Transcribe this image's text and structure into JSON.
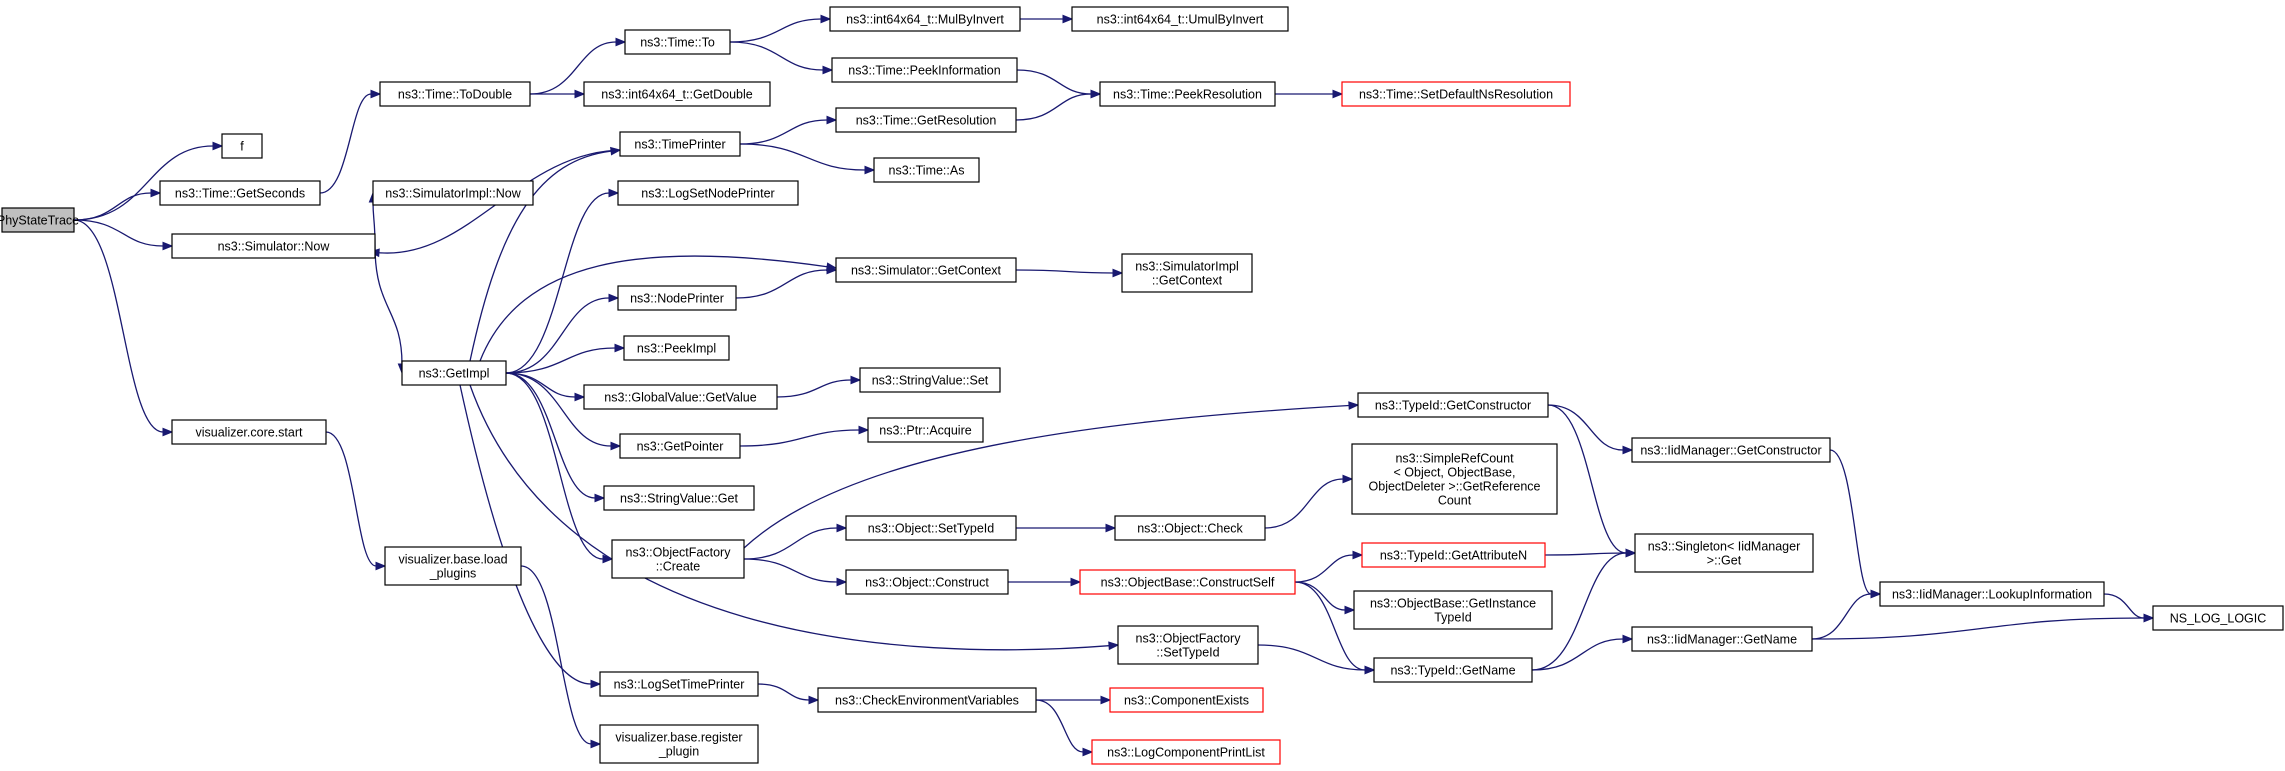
{
  "title": "",
  "nodes": [
    {
      "id": "phystate",
      "label": [
        "PhyStateTrace"
      ],
      "root": true
    },
    {
      "id": "f",
      "label": [
        "f"
      ]
    },
    {
      "id": "getseconds",
      "label": [
        "ns3::Time::GetSeconds"
      ]
    },
    {
      "id": "simnow",
      "label": [
        "ns3::Simulator::Now"
      ]
    },
    {
      "id": "vizstart",
      "label": [
        "visualizer.core.start"
      ]
    },
    {
      "id": "todouble",
      "label": [
        "ns3::Time::ToDouble"
      ]
    },
    {
      "id": "implnow",
      "label": [
        "ns3::SimulatorImpl::Now"
      ]
    },
    {
      "id": "getimpl",
      "label": [
        "ns3::GetImpl"
      ]
    },
    {
      "id": "loadplugins",
      "label": [
        "visualizer.base.load",
        "_plugins"
      ]
    },
    {
      "id": "regplugin",
      "label": [
        "visualizer.base.register",
        "_plugin"
      ]
    },
    {
      "id": "timeto",
      "label": [
        "ns3::Time::To"
      ]
    },
    {
      "id": "getdouble",
      "label": [
        "ns3::int64x64_t::GetDouble"
      ]
    },
    {
      "id": "timeprinter",
      "label": [
        "ns3::TimePrinter"
      ]
    },
    {
      "id": "logsetnode",
      "label": [
        "ns3::LogSetNodePrinter"
      ]
    },
    {
      "id": "nodeprinter",
      "label": [
        "ns3::NodePrinter"
      ]
    },
    {
      "id": "peekimpl",
      "label": [
        "ns3::PeekImpl"
      ]
    },
    {
      "id": "gvgetvalue",
      "label": [
        "ns3::GlobalValue::GetValue"
      ]
    },
    {
      "id": "getpointer",
      "label": [
        "ns3::GetPointer"
      ]
    },
    {
      "id": "svget",
      "label": [
        "ns3::StringValue::Get"
      ]
    },
    {
      "id": "ofcreate",
      "label": [
        "ns3::ObjectFactory",
        "::Create"
      ]
    },
    {
      "id": "logsettime",
      "label": [
        "ns3::LogSetTimePrinter"
      ]
    },
    {
      "id": "mulbyinvert",
      "label": [
        "ns3::int64x64_t::MulByInvert"
      ]
    },
    {
      "id": "peekinfo",
      "label": [
        "ns3::Time::PeekInformation"
      ]
    },
    {
      "id": "getresolution",
      "label": [
        "ns3::Time::GetResolution"
      ]
    },
    {
      "id": "timeas",
      "label": [
        "ns3::Time::As"
      ]
    },
    {
      "id": "getcontext",
      "label": [
        "ns3::Simulator::GetContext"
      ]
    },
    {
      "id": "svset",
      "label": [
        "ns3::StringValue::Set"
      ]
    },
    {
      "id": "ptracquire",
      "label": [
        "ns3::Ptr::Acquire"
      ]
    },
    {
      "id": "objsettypeid",
      "label": [
        "ns3::Object::SetTypeId"
      ]
    },
    {
      "id": "objconstruct",
      "label": [
        "ns3::Object::Construct"
      ]
    },
    {
      "id": "checkenv",
      "label": [
        "ns3::CheckEnvironmentVariables"
      ]
    },
    {
      "id": "umulbyinvert",
      "label": [
        "ns3::int64x64_t::UmulByInvert"
      ]
    },
    {
      "id": "peekres",
      "label": [
        "ns3::Time::PeekResolution"
      ]
    },
    {
      "id": "implgetctx",
      "label": [
        "ns3::SimulatorImpl",
        "::GetContext"
      ]
    },
    {
      "id": "objcheck",
      "label": [
        "ns3::Object::Check"
      ]
    },
    {
      "id": "obconstructself",
      "label": [
        "ns3::ObjectBase::ConstructSelf"
      ],
      "red": true
    },
    {
      "id": "ofsettypeid",
      "label": [
        "ns3::ObjectFactory",
        "::SetTypeId"
      ]
    },
    {
      "id": "compexists",
      "label": [
        "ns3::ComponentExists"
      ],
      "red": true
    },
    {
      "id": "logcompprint",
      "label": [
        "ns3::LogComponentPrintList"
      ],
      "red": true
    },
    {
      "id": "setdefaultns",
      "label": [
        "ns3::Time::SetDefaultNsResolution"
      ],
      "red": true
    },
    {
      "id": "tidgetctor",
      "label": [
        "ns3::TypeId::GetConstructor"
      ]
    },
    {
      "id": "simplerefcount",
      "label": [
        "ns3::SimpleRefCount",
        "< Object, ObjectBase,",
        "ObjectDeleter >::GetReference",
        "Count"
      ]
    },
    {
      "id": "tidgetattrn",
      "label": [
        "ns3::TypeId::GetAttributeN"
      ],
      "red": true
    },
    {
      "id": "obgetinsttid",
      "label": [
        "ns3::ObjectBase::GetInstance",
        "TypeId"
      ]
    },
    {
      "id": "tidgetname",
      "label": [
        "ns3::TypeId::GetName"
      ]
    },
    {
      "id": "iidgetctor",
      "label": [
        "ns3::IidManager::GetConstructor"
      ]
    },
    {
      "id": "singletonget",
      "label": [
        "ns3::Singleton< IidManager",
        ">::Get"
      ]
    },
    {
      "id": "iidgetname",
      "label": [
        "ns3::IidManager::GetName"
      ]
    },
    {
      "id": "iidlookup",
      "label": [
        "ns3::IidManager::LookupInformation"
      ]
    },
    {
      "id": "nslogic",
      "label": [
        "NS_LOG_LOGIC"
      ]
    }
  ],
  "edges": [
    [
      "phystate",
      "f"
    ],
    [
      "phystate",
      "getseconds"
    ],
    [
      "phystate",
      "simnow"
    ],
    [
      "phystate",
      "vizstart"
    ],
    [
      "getseconds",
      "todouble"
    ],
    [
      "simnow",
      "implnow"
    ],
    [
      "simnow",
      "getimpl"
    ],
    [
      "vizstart",
      "loadplugins"
    ],
    [
      "loadplugins",
      "regplugin"
    ],
    [
      "todouble",
      "timeto"
    ],
    [
      "todouble",
      "getdouble"
    ],
    [
      "timeto",
      "mulbyinvert"
    ],
    [
      "timeto",
      "peekinfo"
    ],
    [
      "mulbyinvert",
      "umulbyinvert"
    ],
    [
      "peekinfo",
      "peekres"
    ],
    [
      "getresolution",
      "peekres"
    ],
    [
      "peekres",
      "setdefaultns"
    ],
    [
      "timeprinter",
      "getresolution"
    ],
    [
      "timeprinter",
      "timeas"
    ],
    [
      "timeprinter",
      "simnow"
    ],
    [
      "getimpl",
      "timeprinter"
    ],
    [
      "getimpl",
      "logsetnode"
    ],
    [
      "getimpl",
      "nodeprinter"
    ],
    [
      "getimpl",
      "getcontext"
    ],
    [
      "getimpl",
      "peekimpl"
    ],
    [
      "getimpl",
      "gvgetvalue"
    ],
    [
      "getimpl",
      "getpointer"
    ],
    [
      "getimpl",
      "svget"
    ],
    [
      "getimpl",
      "ofcreate"
    ],
    [
      "getimpl",
      "ofsettypeid"
    ],
    [
      "getimpl",
      "logsettime"
    ],
    [
      "nodeprinter",
      "getcontext"
    ],
    [
      "getcontext",
      "implgetctx"
    ],
    [
      "gvgetvalue",
      "svset"
    ],
    [
      "getpointer",
      "ptracquire"
    ],
    [
      "ofcreate",
      "tidgetctor"
    ],
    [
      "ofcreate",
      "objsettypeid"
    ],
    [
      "ofcreate",
      "objconstruct"
    ],
    [
      "objsettypeid",
      "objcheck"
    ],
    [
      "objcheck",
      "simplerefcount"
    ],
    [
      "objconstruct",
      "obconstructself"
    ],
    [
      "obconstructself",
      "tidgetattrn"
    ],
    [
      "obconstructself",
      "obgetinsttid"
    ],
    [
      "obconstructself",
      "tidgetname"
    ],
    [
      "ofsettypeid",
      "tidgetname"
    ],
    [
      "logsettime",
      "checkenv"
    ],
    [
      "checkenv",
      "compexists"
    ],
    [
      "checkenv",
      "logcompprint"
    ],
    [
      "tidgetctor",
      "iidgetctor"
    ],
    [
      "tidgetctor",
      "singletonget"
    ],
    [
      "iidgetctor",
      "iidlookup"
    ],
    [
      "tidgetattrn",
      "singletonget"
    ],
    [
      "tidgetname",
      "singletonget"
    ],
    [
      "tidgetname",
      "iidgetname"
    ],
    [
      "iidgetname",
      "iidlookup"
    ],
    [
      "iidgetname",
      "nslogic"
    ],
    [
      "iidlookup",
      "nslogic"
    ]
  ],
  "colors": {
    "edge": "#191970",
    "root_fill": "#bfbfbf",
    "missing_border": "#ff0000"
  }
}
